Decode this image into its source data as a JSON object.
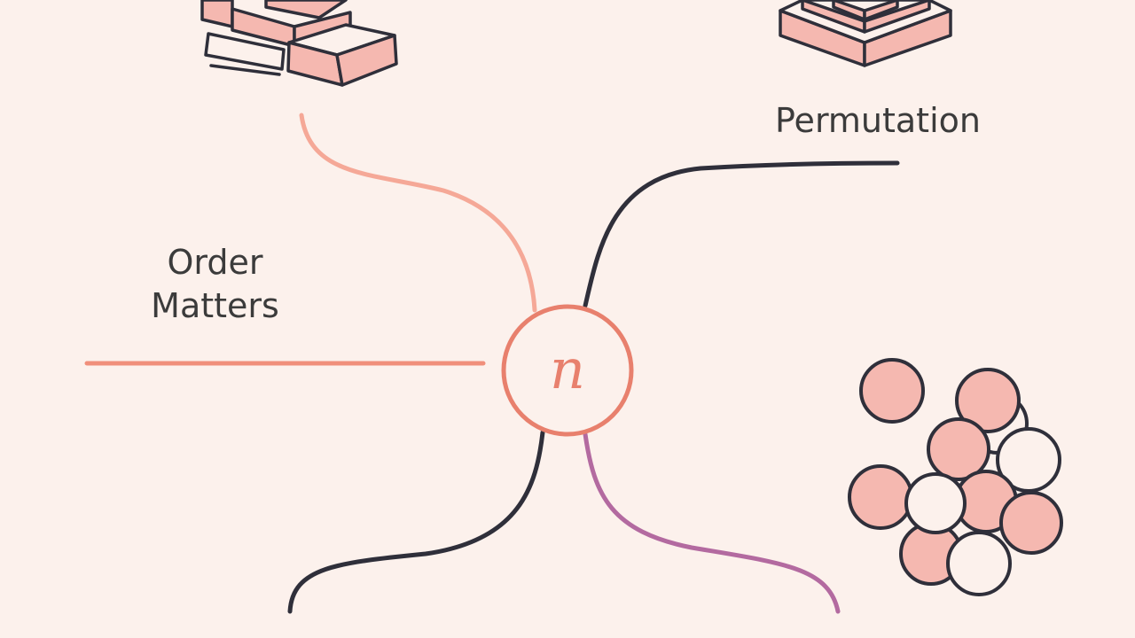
{
  "center_node": {
    "symbol": "n",
    "icon": "variable-n-circle"
  },
  "branches": [
    {
      "label": "Permutation",
      "color": "#2f2f3a"
    },
    {
      "label": "Order\nMatters",
      "color": "#f08f7b"
    },
    {
      "label": "",
      "color": "#2f2f3a"
    },
    {
      "label": "",
      "color": "#b36aa0"
    }
  ],
  "illustrations": [
    {
      "icon": "arranged-blocks-icon"
    },
    {
      "icon": "stacked-layers-icon"
    },
    {
      "icon": "circles-cluster-icon"
    }
  ],
  "colors": {
    "background": "#fcf1ec",
    "accent": "#e8806d",
    "fill_pink": "#f5b8b0",
    "ink": "#2f2f3a"
  }
}
